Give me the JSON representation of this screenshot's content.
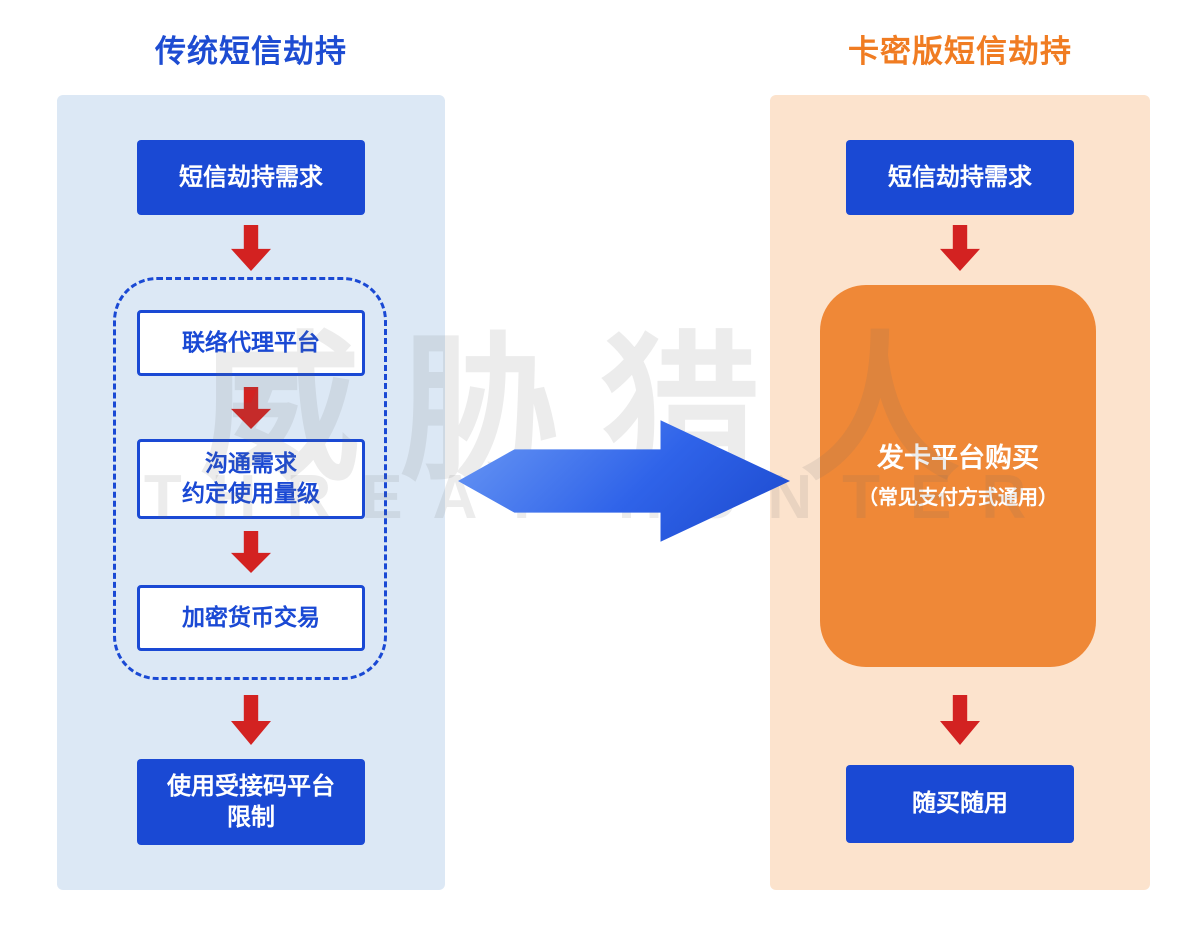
{
  "watermark": {
    "cn": "威胁猎人",
    "en": "THREAT HUNTER"
  },
  "left_flow": {
    "title": "传统短信劫持",
    "start": "短信劫持需求",
    "step1": "联络代理平台",
    "step2_line1": "沟通需求",
    "step2_line2": "约定使用量级",
    "step3": "加密货币交易",
    "end_line1": "使用受接码平台",
    "end_line2": "限制"
  },
  "right_flow": {
    "title": "卡密版短信劫持",
    "start": "短信劫持需求",
    "main": "发卡平台购买",
    "main_note": "（常见支付方式通用）",
    "end": "随买随用"
  },
  "colors": {
    "primary_blue": "#1a49d4",
    "title_blue": "#1d4cd2",
    "title_orange": "#f07c22",
    "orange_box": "#ef8837",
    "red_arrow": "#d32221",
    "left_panel_bg": "#dce8f5",
    "right_panel_bg": "#fce3cd",
    "big_arrow_gradient_start": "#6d9bf5",
    "big_arrow_gradient_end": "#1b48cc"
  }
}
